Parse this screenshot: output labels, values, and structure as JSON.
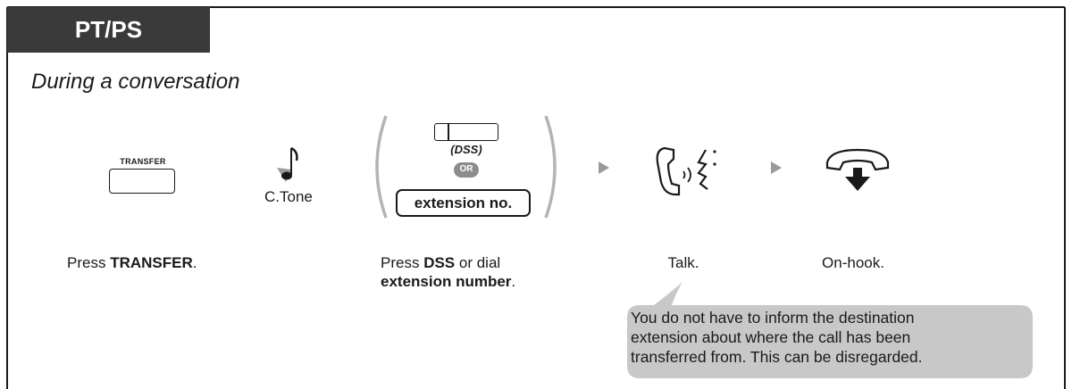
{
  "header": {
    "tab_label": "PT/PS"
  },
  "subtitle": "During a conversation",
  "steps": {
    "transfer_key_label": "TRANSFER",
    "ctone_label": "C.Tone",
    "dss_label": "(DSS)",
    "or_label": "OR",
    "extension_box_label": "extension no."
  },
  "captions": {
    "press_prefix": "Press ",
    "press_bold": "TRANSFER",
    "press_suffix": ".",
    "dss_prefix": "Press ",
    "dss_bold": "DSS",
    "dss_mid": " or dial",
    "dss_bold2": "extension number",
    "dss_suffix": ".",
    "talk": "Talk.",
    "onhook": "On-hook."
  },
  "note": {
    "line1": "You do not have to inform the destination",
    "line2": "extension about where the call has been",
    "line3": "transferred from. This can be disregarded."
  },
  "colors": {
    "tab_bg": "#3a3a3a",
    "bubble_bg": "#c8c8c8",
    "arrow": "#9a9a9a",
    "or_badge": "#8c8c8c",
    "bracket": "#b4b4b4"
  }
}
